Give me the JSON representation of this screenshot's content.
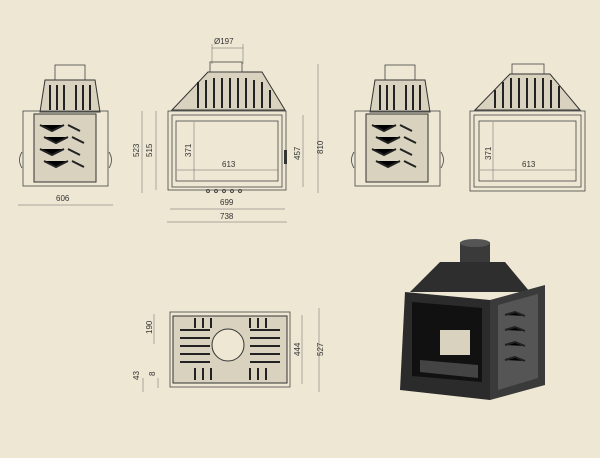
{
  "title": "Fireplace insert technical drawing",
  "dimensions": {
    "side_depth": "606",
    "flue_diameter": "Ø197",
    "height_523": "523",
    "height_515": "515",
    "glass_height": "371",
    "glass_width": "613",
    "door_height": "457",
    "total_height": "810",
    "door_width": "699",
    "total_width": "738",
    "side2_glass_height": "371",
    "side2_glass_width": "613",
    "top_190": "190",
    "top_444": "444",
    "top_527": "527",
    "top_43": "43",
    "top_8": "8"
  },
  "colors": {
    "background": "#ede7d3",
    "line": "#333333",
    "render": "#2b2b2b"
  }
}
